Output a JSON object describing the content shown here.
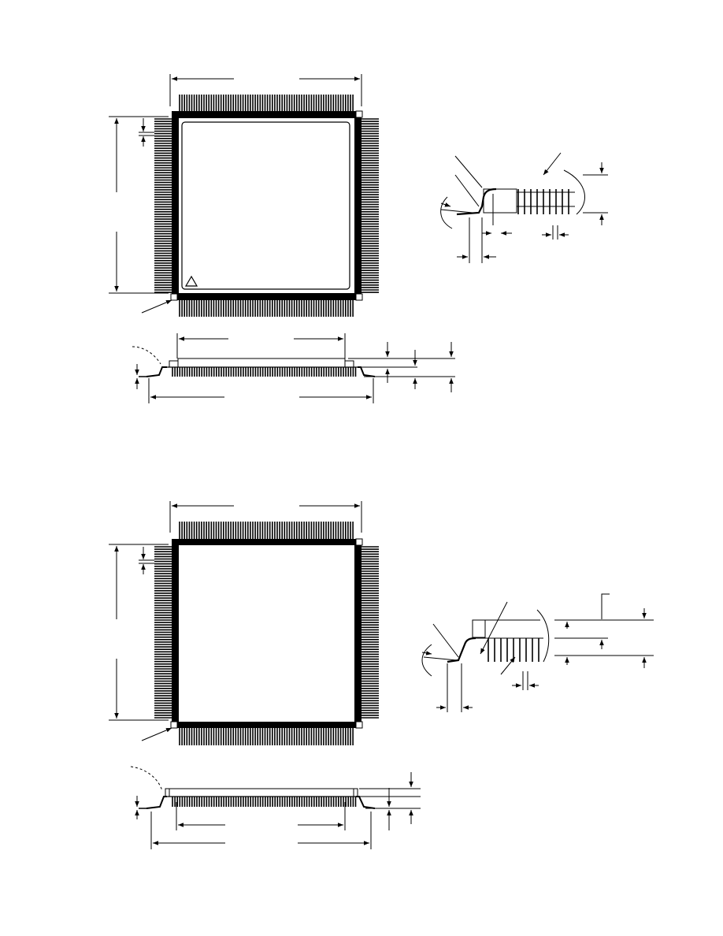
{
  "page": {
    "background": "#ffffff",
    "ink": "#000000"
  },
  "figures": [
    {
      "id": "package-top",
      "views": [
        "top-view",
        "lead-detail",
        "side-view"
      ],
      "pin1_marker": "triangle-icon"
    },
    {
      "id": "package-bottom",
      "views": [
        "top-view",
        "lead-detail",
        "side-view"
      ]
    }
  ]
}
